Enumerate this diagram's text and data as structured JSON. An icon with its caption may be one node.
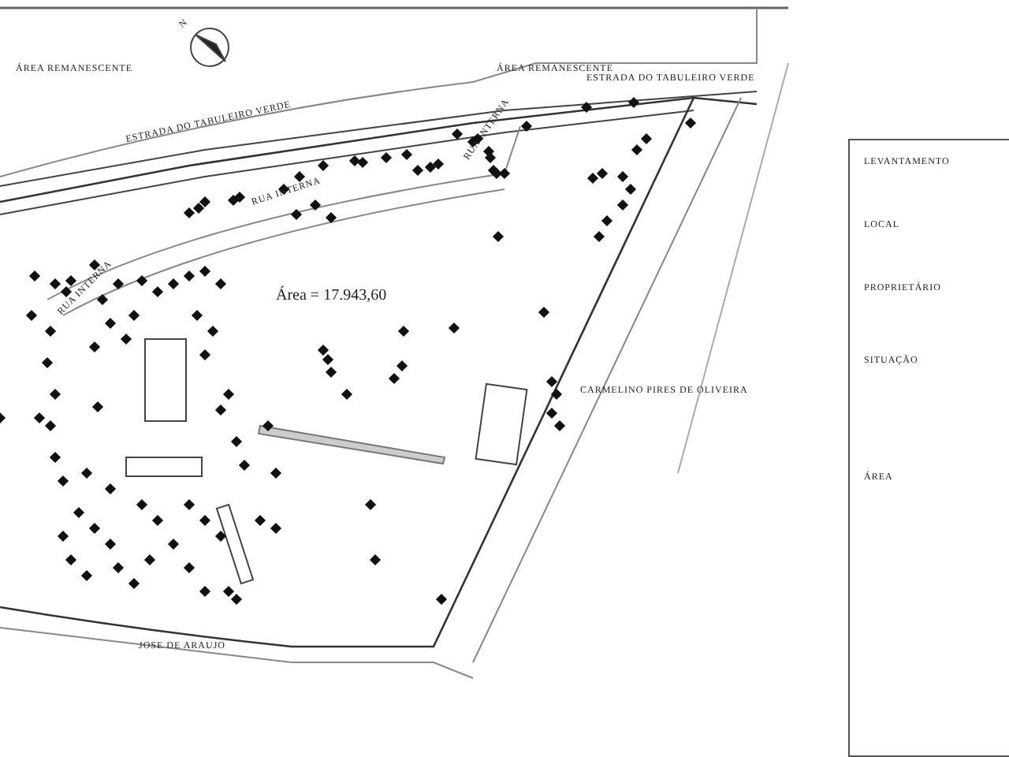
{
  "diagram": {
    "labels": [
      "N",
      "ÁREA REMANESCENTE",
      "ÁREA REMANESCENTE",
      "ESTRADA DO TABULEIRO VERDE",
      "ESTRADA DO TABULEIRO VERDE",
      "RUA INTERNA",
      "RUA INTERNA",
      "RUA INTERNA",
      "Área = 17.943,60",
      "CARMELINO PIRES DE OLIVEIRA",
      "JOSE DE ARAUJO",
      "LEVANTAMENTO",
      "LOCAL",
      "PROPRIETÁRIO",
      "SITUAÇÃO",
      "ÁREA"
    ]
  }
}
